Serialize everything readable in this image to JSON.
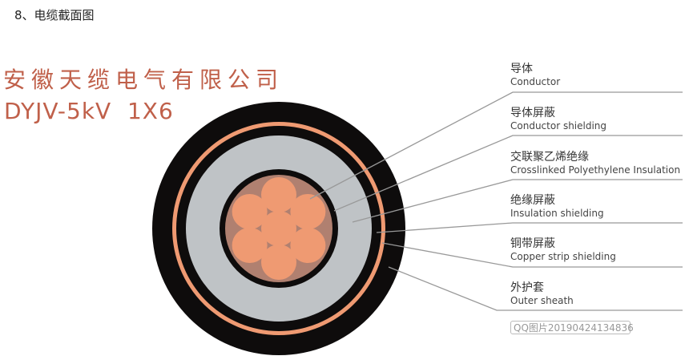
{
  "heading": "8、电缆截面图",
  "company": "安徽天缆电气有限公司",
  "model": "DYJV-5kV  1X6",
  "layers": [
    {
      "zh": "导体",
      "en": "Conductor"
    },
    {
      "zh": "导体屏蔽",
      "en": "Conductor shielding"
    },
    {
      "zh": "交联聚乙烯绝缘",
      "en": "Crosslinked Polyethylene Insulation"
    },
    {
      "zh": "绝缘屏蔽",
      "en": "Insulation shielding"
    },
    {
      "zh": "铜带屏蔽",
      "en": "Copper strip shielding"
    },
    {
      "zh": "外护套",
      "en": "Outer sheath"
    }
  ],
  "watermark": "QQ图片20190424134836",
  "colors": {
    "sheath": "#0e0c0c",
    "copper": "#ef9a72",
    "insulation": "#bfc3c6",
    "filler": "#b08070",
    "accent": "#c0604a"
  }
}
